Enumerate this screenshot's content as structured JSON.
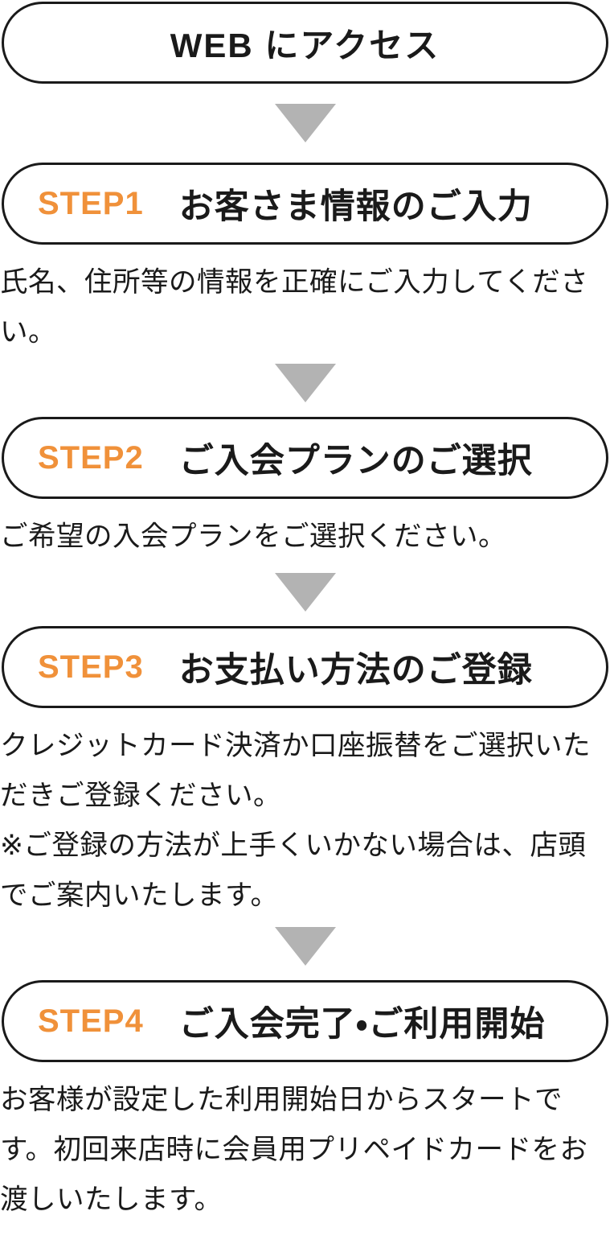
{
  "flow": {
    "start": {
      "title": "WEB にアクセス"
    },
    "steps": [
      {
        "label": "STEP1",
        "title": "お客さま情報のご入力",
        "description": "氏名、住所等の情報を正確にご入力してください。"
      },
      {
        "label": "STEP2",
        "title": "ご入会プランのご選択",
        "description": "ご希望の入会プランをご選択ください。"
      },
      {
        "label": "STEP3",
        "title": "お支払い方法のご登録",
        "description": "クレジットカード決済か口座振替をご選択いただきご登録ください。",
        "note": "※ご登録の方法が上手くいかない場合は、店頭でご案内いたします。"
      },
      {
        "label": "STEP4",
        "title": "ご入会完了・ご利用開始",
        "description": "お客様が設定した利用開始日からスタートです。初回来店時に会員用プリペイドカードをお渡しいたします。"
      }
    ],
    "colors": {
      "accent_orange": "#f0913a",
      "arrow_gray": "#b3b3b3",
      "border_black": "#1a1a1a"
    }
  }
}
